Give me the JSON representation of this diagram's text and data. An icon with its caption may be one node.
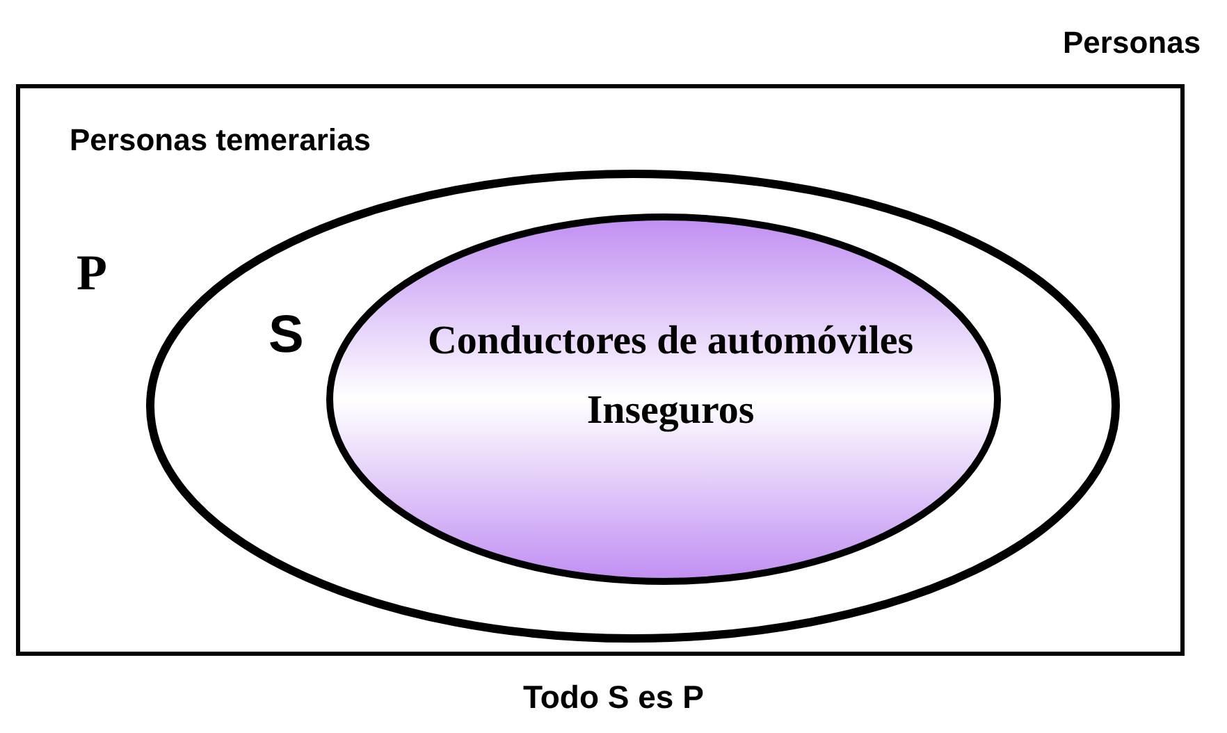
{
  "diagram": {
    "caption": "Todo S es P",
    "nodes": [
      {
        "text": [
          "Personas"
        ]
      },
      {
        "text": [
          "Personas temerarias",
          "P"
        ],
        "in": 0
      },
      {
        "text": [
          "S",
          "Conductores de automóviles Inseguros"
        ],
        "in": 1
      }
    ]
  }
}
